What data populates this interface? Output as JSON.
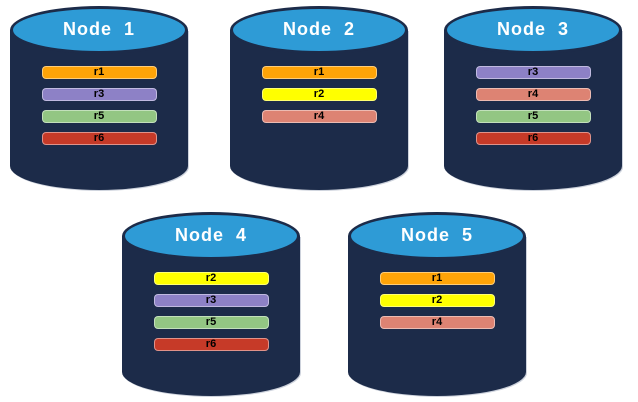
{
  "diagram": {
    "background": "#ffffff",
    "colors": {
      "cylinder_body": "#1c2b49",
      "cylinder_top": "#2e9bd6",
      "title_text": "#ffffff",
      "bar_text": "#000000"
    },
    "replica_colors": {
      "r1": "#ffa408",
      "r2": "#ffff00",
      "r3": "#8d81c6",
      "r4": "#dd8373",
      "r5": "#93c683",
      "r6": "#c63a28"
    },
    "nodes": [
      {
        "title": "Node  1",
        "replicas": [
          "r1",
          "r3",
          "r5",
          "r6"
        ]
      },
      {
        "title": "Node  2",
        "replicas": [
          "r1",
          "r2",
          "r4"
        ]
      },
      {
        "title": "Node  3",
        "replicas": [
          "r3",
          "r4",
          "r5",
          "r6"
        ]
      },
      {
        "title": "Node  4",
        "replicas": [
          "r2",
          "r3",
          "r5",
          "r6"
        ]
      },
      {
        "title": "Node  5",
        "replicas": [
          "r1",
          "r2",
          "r4"
        ]
      }
    ]
  }
}
